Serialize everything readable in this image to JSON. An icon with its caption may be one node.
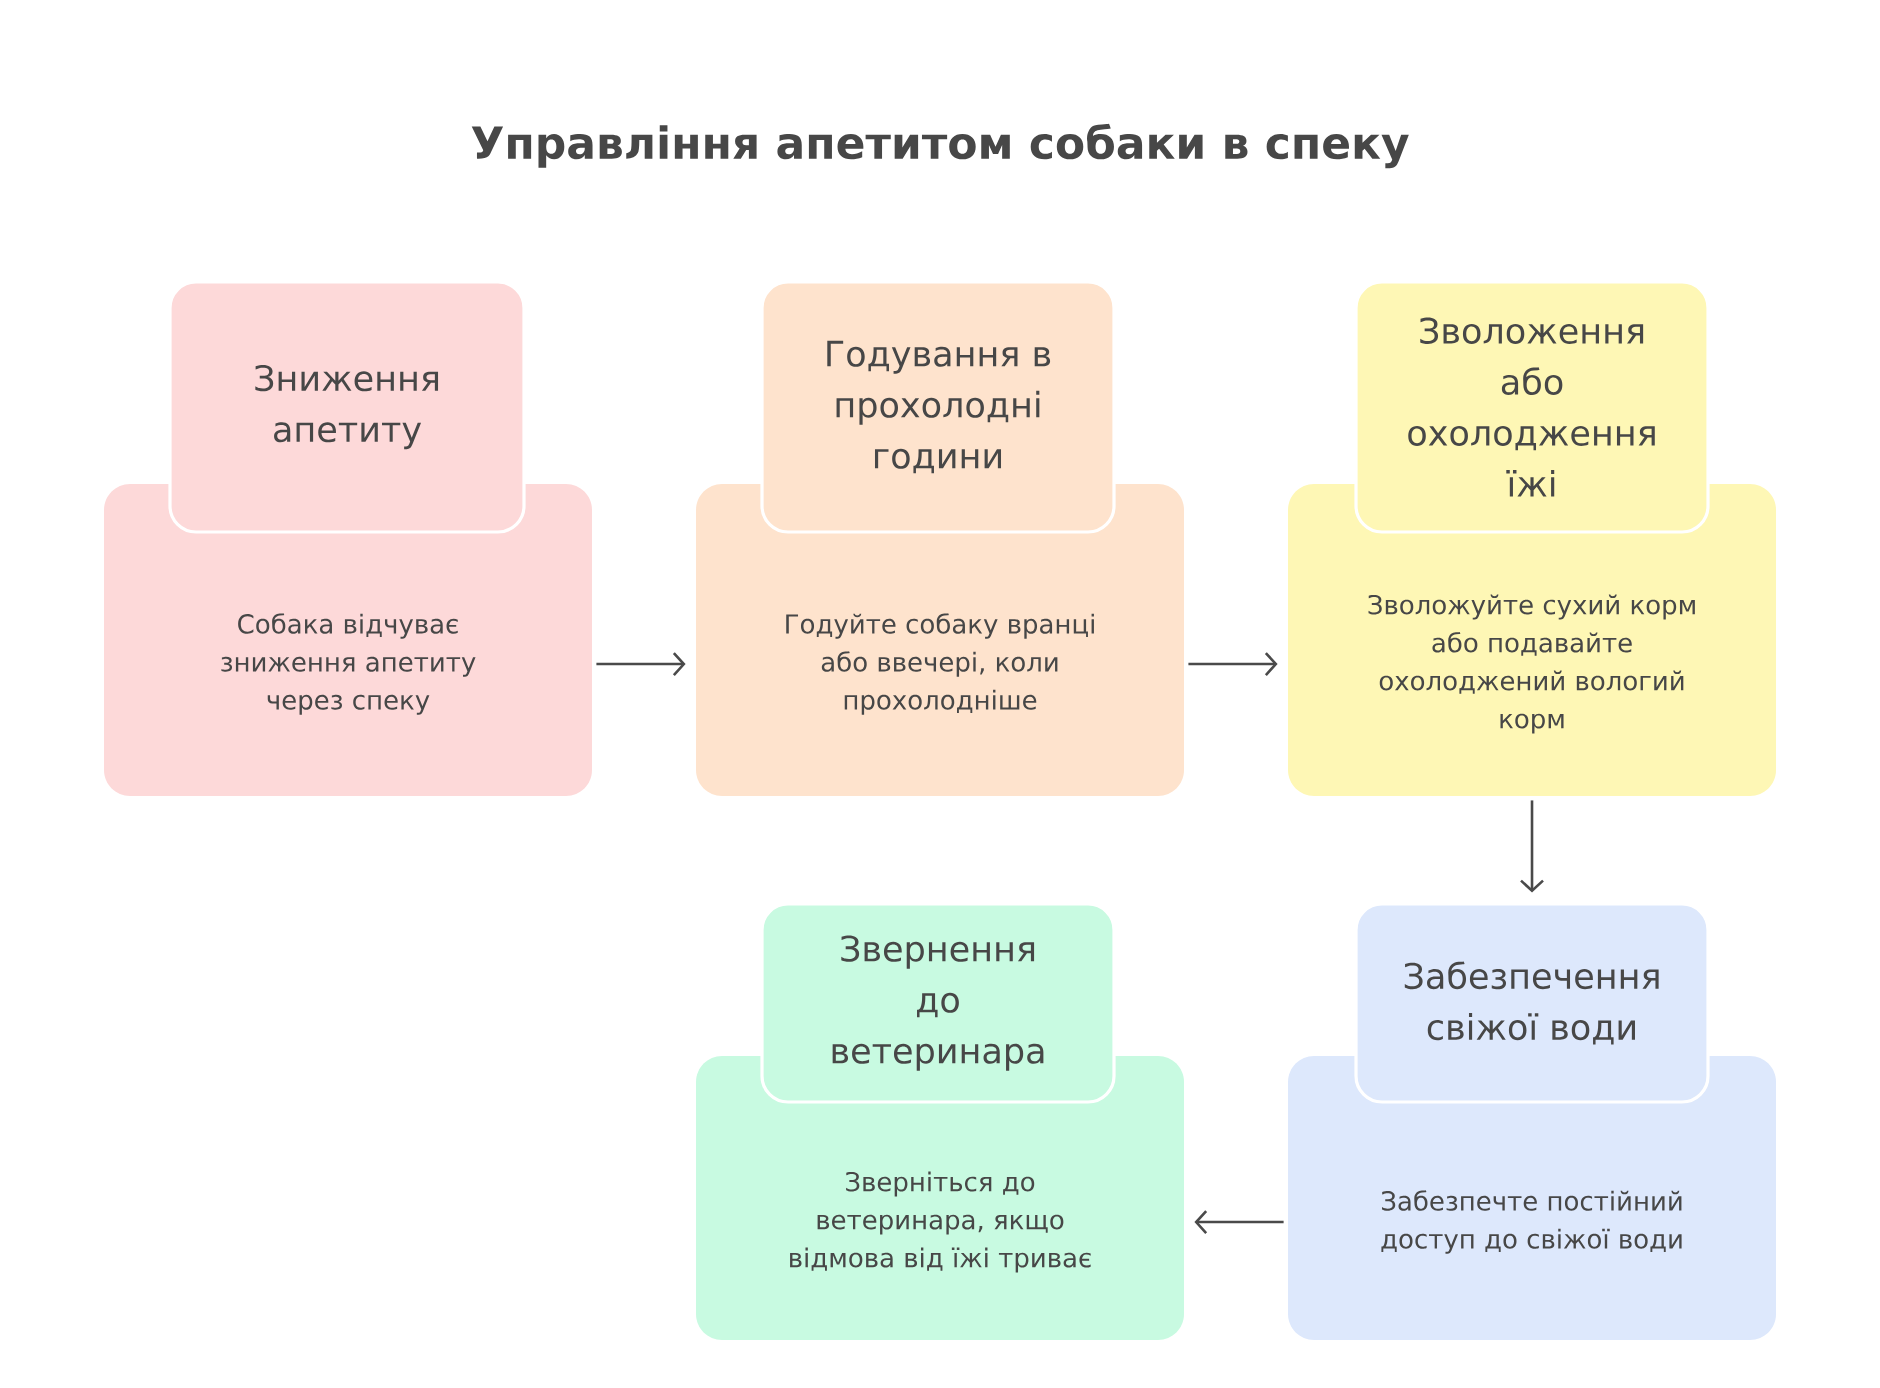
{
  "diagram": {
    "title": "Управління апетитом собаки в спеку",
    "nodes": [
      {
        "text": [
          "Зниження апетиту"
        ]
      },
      {
        "text": [
          "Собака відчуває зниження апетиту через спеку"
        ]
      },
      {
        "text": [
          "Годування в прохолодні години"
        ]
      },
      {
        "text": [
          "Годуйте собаку вранці або ввечері, коли прохолодніше"
        ]
      },
      {
        "text": [
          "Зволоження або охолодження їжі"
        ]
      },
      {
        "text": [
          "Зволожуйте сухий корм або подавайте охолоджений вологий корм"
        ]
      },
      {
        "text": [
          "Забезпечення свіжої води"
        ]
      },
      {
        "text": [
          "Забезпечте постійний доступ до свіжої води"
        ]
      },
      {
        "text": [
          "Звернення до ветеринара"
        ]
      },
      {
        "text": [
          "Зверніться до ветеринара, якщо відмова від їжі триває"
        ]
      }
    ],
    "edges": [
      {
        "from": 1,
        "to": 3,
        "arrow": "to"
      },
      {
        "from": 3,
        "to": 5,
        "arrow": "to"
      },
      {
        "from": 5,
        "to": 6,
        "arrow": "to"
      },
      {
        "from": 7,
        "to": 9,
        "arrow": "to"
      }
    ]
  }
}
